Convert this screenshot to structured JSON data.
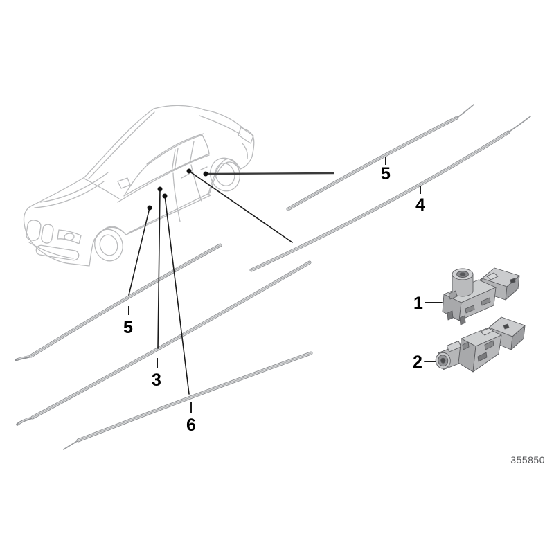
{
  "diagram": {
    "type": "vehicle-parts-diagram",
    "part_number": "355850",
    "callouts": [
      {
        "ref": "1"
      },
      {
        "ref": "2"
      },
      {
        "ref": "3"
      },
      {
        "ref": "4"
      },
      {
        "ref": "5"
      },
      {
        "ref": "5"
      },
      {
        "ref": "6"
      }
    ],
    "colors": {
      "background": "#ffffff",
      "car_outline": "#b9babc",
      "strip_edge": "#8f9194",
      "strip_fill": "#dcddde",
      "strip_center": "#a8aaac",
      "callout_line": "#1a1a1a",
      "leader_line_dark": "#3a3a3a",
      "label_text": "#000000",
      "part_number_text": "#56575a"
    }
  }
}
